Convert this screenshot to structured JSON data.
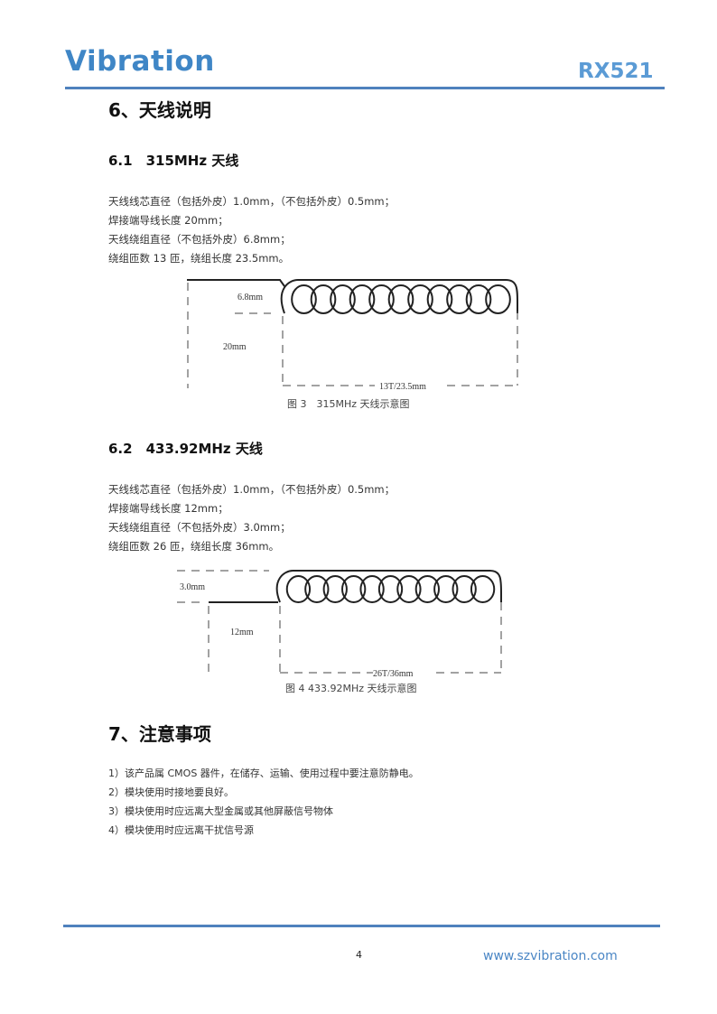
{
  "header": {
    "logo": "Vibration",
    "model": "RX521"
  },
  "section6": {
    "title": "6、天线说明",
    "s1": {
      "title": "6.1　315MHz 天线",
      "lines": [
        "天线线芯直径（包括外皮）1.0mm，（不包括外皮）0.5mm；",
        "焊接端导线长度 20mm；",
        "天线绕组直径（不包括外皮）6.8mm；",
        "绕组匝数  13 匝，绕组长度 23.5mm。"
      ],
      "figure": {
        "diameter": "6.8mm",
        "lead": "20mm",
        "coil": "13T/23.5mm",
        "caption": "图 3　315MHz 天线示意图",
        "turns": 13
      }
    },
    "s2": {
      "title": "6.2　433.92MHz 天线",
      "lines": [
        "天线线芯直径（包括外皮）1.0mm，（不包括外皮）0.5mm；",
        "焊接端导线长度 12mm；",
        "天线绕组直径（不包括外皮）3.0mm；",
        "绕组匝数  26 匝，绕组长度 36mm。"
      ],
      "figure": {
        "diameter": "3.0mm",
        "lead": "12mm",
        "coil": "26T/36mm",
        "caption": "图 4 433.92MHz 天线示意图",
        "turns": 26
      }
    }
  },
  "section7": {
    "title": "7、注意事项",
    "items": [
      "1）该产品属 CMOS 器件，在储存、运输、使用过程中要注意防静电。",
      "2）模块使用时接地要良好。",
      "3）模块使用时应远离大型金属或其他屏蔽信号物体",
      "4）模块使用时应远离干扰信号源"
    ]
  },
  "footer": {
    "page": "4",
    "website": "www.szvibration.com"
  }
}
